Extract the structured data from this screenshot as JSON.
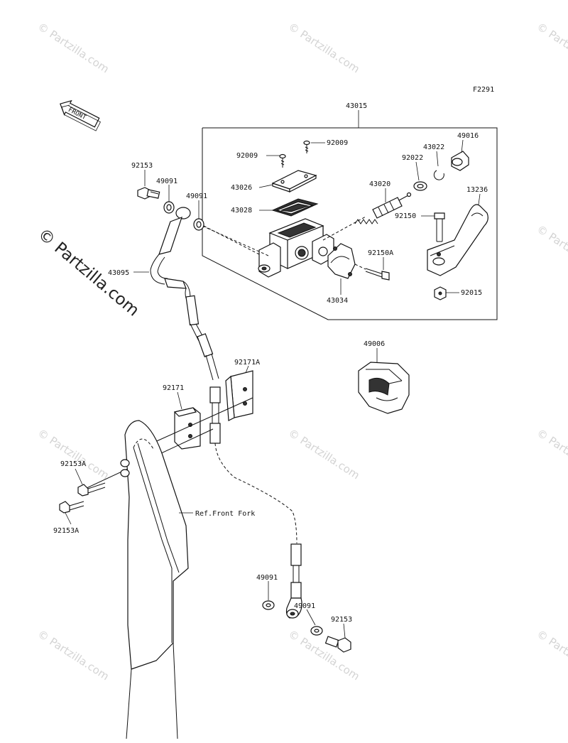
{
  "diagram": {
    "code": "F2291",
    "front_arrow": "FRONT",
    "ref_note": "Ref.Front Fork",
    "watermark_main": "© Partzilla.com",
    "watermark_tile": "© Partzilla.com",
    "labels": {
      "p43015": "43015",
      "p92009a": "92009",
      "p92009b": "92009",
      "p43026": "43026",
      "p43028": "43028",
      "p43020": "43020",
      "p92022": "92022",
      "p43022": "43022",
      "p49016": "49016",
      "p13236": "13236",
      "p92150": "92150",
      "p92150A": "92150A",
      "p43034": "43034",
      "p92015": "92015",
      "p92153_top": "92153",
      "p49091_top1": "49091",
      "p49091_top2": "49091",
      "p43095": "43095",
      "p49006": "49006",
      "p92171A": "92171A",
      "p92171": "92171",
      "p92153A_1": "92153A",
      "p92153A_2": "92153A",
      "p49091_bot1": "49091",
      "p49091_bot2": "49091",
      "p92153_bot": "92153"
    }
  }
}
